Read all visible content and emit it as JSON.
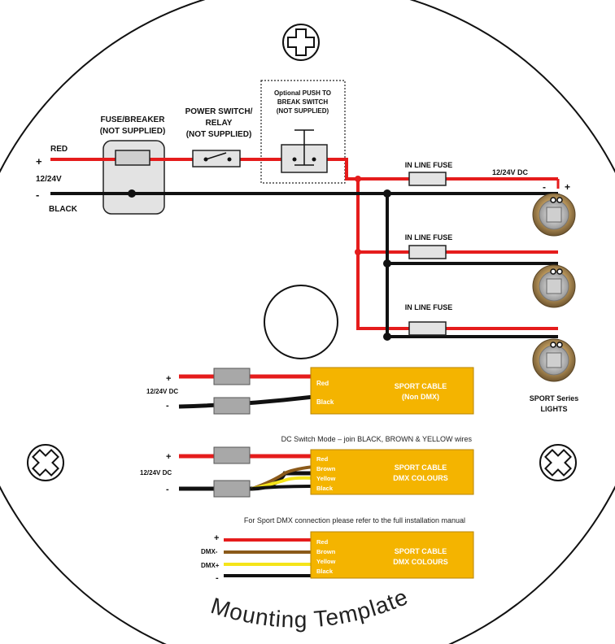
{
  "supply": {
    "plus": "+",
    "minus": "-",
    "red": "RED",
    "black": "BLACK",
    "voltage": "12/24V"
  },
  "fuse_breaker": {
    "line1": "FUSE/BREAKER",
    "line2": "(NOT SUPPLIED)"
  },
  "power_switch": {
    "line1": "POWER SWITCH/",
    "line2": "RELAY",
    "line3": "(NOT SUPPLIED)"
  },
  "push_switch": {
    "line1": "Optional PUSH TO",
    "line2": "BREAK SWITCH",
    "line3": "(NOT SUPPLIED)"
  },
  "inline_fuses": [
    "IN LINE FUSE",
    "IN LINE FUSE",
    "IN LINE FUSE"
  ],
  "output_voltage": "12/24V DC",
  "light_minus": "-",
  "light_plus": "+",
  "lights_label": {
    "line1": "SPORT Series",
    "line2": "LIGHTS"
  },
  "cable1": {
    "plus": "+",
    "minus": "-",
    "voltage": "12/24V DC",
    "wires": [
      "Red",
      "Black"
    ],
    "title1": "SPORT CABLE",
    "title2": "(Non DMX)"
  },
  "cable2": {
    "note": "DC Switch Mode – join BLACK, BROWN & YELLOW wires",
    "plus": "+",
    "minus": "-",
    "voltage": "12/24V DC",
    "wires": [
      "Red",
      "Brown",
      "Yellow",
      "Black"
    ],
    "title1": "SPORT CABLE",
    "title2": "DMX COLOURS"
  },
  "cable3": {
    "note": "For Sport DMX connection please refer to the full installation manual",
    "labels": [
      "+",
      "DMX-",
      "DMX+",
      "-"
    ],
    "wires": [
      "Red",
      "Brown",
      "Yellow",
      "Black"
    ],
    "title1": "SPORT CABLE",
    "title2": "DMX COLOURS"
  },
  "footer": "Mounting Template",
  "icons": [
    "screw-plus-icon",
    "screw-x-icon-left",
    "screw-x-icon-right",
    "light-fixture-icon"
  ],
  "colors": {
    "red_wire": "#e51c1c",
    "black_wire": "#111111",
    "brown_wire": "#8b5a1a",
    "yellow_wire": "#f5e41a",
    "cable_box": "#f4b400",
    "bronze": "#b8955a"
  }
}
